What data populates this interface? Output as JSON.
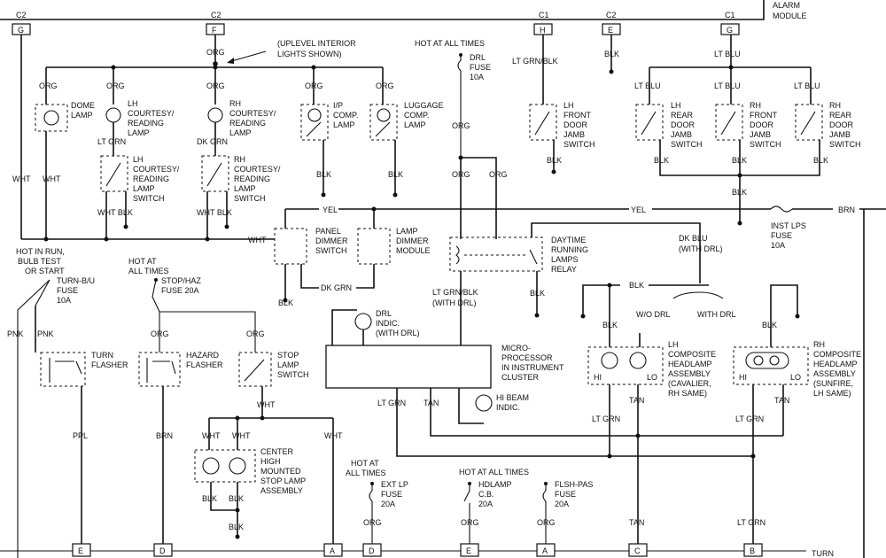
{
  "module": {
    "label1": "ALARM",
    "label2": "MODULE"
  },
  "top_connectors": {
    "c2_g_hdr": "C2",
    "c2_g": "G",
    "c2_f_hdr": "C2",
    "c2_f": "F",
    "c1_h_hdr": "C1",
    "c1_h": "H",
    "c2_e_hdr": "C2",
    "c2_e": "E",
    "c1_g_hdr": "C1",
    "c1_g": "G"
  },
  "bottom_connectors": [
    "E",
    "D",
    "A",
    "D",
    "E",
    "A",
    "C",
    "B"
  ],
  "notes": {
    "uplevel1": "(UPLEVEL INTERIOR",
    "uplevel2": "LIGHTS SHOWN)",
    "bottom_right": "TURN"
  },
  "fuses": {
    "drl": [
      "HOT AT ALL TIMES",
      "DRL",
      "FUSE",
      "10A"
    ],
    "turn": [
      "HOT IN RUN,",
      "BULB TEST",
      "OR START",
      "TURN-B/U",
      "FUSE",
      "10A"
    ],
    "stop": [
      "HOT AT",
      "ALL TIMES",
      "STOP/HAZ",
      "FUSE 20A"
    ],
    "inst": [
      "INST LPS",
      "FUSE",
      "10A"
    ],
    "extlp": [
      "HOT AT",
      "ALL TIMES",
      "EXT LP",
      "FUSE",
      "20A"
    ],
    "hdlamp": [
      "HOT AT ALL TIMES",
      "HDLAMP",
      "C.B.",
      "20A"
    ],
    "flsh": [
      "FLSH-PAS",
      "FUSE",
      "20A"
    ]
  },
  "components": {
    "dome": [
      "DOME",
      "LAMP"
    ],
    "lh_lamp": [
      "LH",
      "COURTESY/",
      "READING",
      "LAMP"
    ],
    "rh_lamp": [
      "RH",
      "COURTESY/",
      "READING",
      "LAMP"
    ],
    "ip": [
      "I/P",
      "COMP.",
      "LAMP"
    ],
    "lugg": [
      "LUGGAGE",
      "COMP.",
      "LAMP"
    ],
    "lh_sw": [
      "LH",
      "COURTESY/",
      "READING",
      "LAMP",
      "SWITCH"
    ],
    "rh_sw": [
      "RH",
      "COURTESY/",
      "READING",
      "LAMP",
      "SWITCH"
    ],
    "lh_front_jamb": [
      "LH",
      "FRONT",
      "DOOR",
      "JAMB",
      "SWITCH"
    ],
    "lh_rear_jamb": [
      "LH",
      "REAR",
      "DOOR",
      "JAMB",
      "SWITCH"
    ],
    "rh_front_jamb": [
      "RH",
      "FRONT",
      "DOOR",
      "JAMB",
      "SWITCH"
    ],
    "rh_rear_jamb": [
      "RH",
      "REAR",
      "DOOR",
      "JAMB",
      "SWITCH"
    ],
    "panel_dimmer": [
      "PANEL",
      "DIMMER",
      "SWITCH"
    ],
    "lamp_dimmer": [
      "LAMP",
      "DIMMER",
      "MODULE"
    ],
    "drl_relay": [
      "DAYTIME",
      "RUNNING",
      "LAMPS",
      "RELAY"
    ],
    "drl_indic": [
      "DRL",
      "INDIC.",
      "(WITH DRL)"
    ],
    "micro": [
      "MICRO-",
      "PROCESSOR",
      "IN INSTRUMENT",
      "CLUSTER"
    ],
    "hibeam": [
      "HI BEAM",
      "INDIC."
    ],
    "turn_flasher": [
      "TURN",
      "FLASHER"
    ],
    "hazard_flasher": [
      "HAZARD",
      "FLASHER"
    ],
    "stop_switch": [
      "STOP",
      "LAMP",
      "SWITCH"
    ],
    "chmsl": [
      "CENTER",
      "HIGH",
      "MOUNTED",
      "STOP LAMP",
      "ASSEMBLY"
    ],
    "lh_head": [
      "LH",
      "COMPOSITE",
      "HEADLAMP",
      "ASSEMBLY",
      "(CAVALIER,",
      "RH SAME)"
    ],
    "rh_head": [
      "RH",
      "COMPOSITE",
      "HEADLAMP",
      "ASSEMBLY",
      "(SUNFIRE,",
      "LH SAME)"
    ],
    "hi": "HI",
    "lo": "LO"
  },
  "wires": {
    "org": "ORG",
    "wht": "WHT",
    "blk": "BLK",
    "yel": "YEL",
    "brn": "BRN",
    "ltgrn": "LT GRN",
    "dkgrn": "DK GRN",
    "ltblu": "LT BLU",
    "ltgrnblk": "LT GRN/BLK",
    "whtblk": "WHT BLK",
    "pnk": "PNK",
    "ppl": "PPL",
    "tan": "TAN",
    "dkblu": "DK BLU",
    "withdrl": "(WITH DRL)",
    "wodrl": "W/O DRL",
    "withdrl2": "WITH DRL"
  }
}
